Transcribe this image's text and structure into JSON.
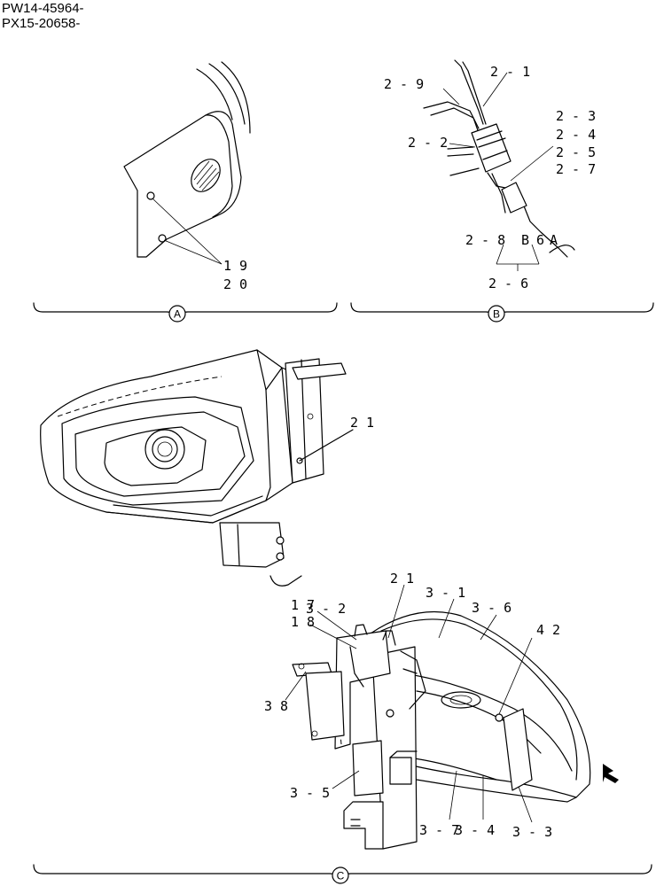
{
  "header": {
    "serial_1": "PW14-45964-",
    "serial_2": "PX15-20658-"
  },
  "views": {
    "a": {
      "marker": "A",
      "callouts": [
        "1 9",
        "2 0"
      ]
    },
    "b": {
      "marker": "B",
      "callouts": [
        "2 - 1",
        "2 - 9",
        "2 - 3",
        "2 - 4",
        "2 - 2",
        "2 - 5",
        "2 - 7",
        "2 - 8",
        "B",
        "6",
        "A",
        "2 - 6"
      ]
    },
    "c": {
      "marker": "C",
      "callouts": [
        "2 1",
        "3 - 1",
        "3 - 6",
        "1 7",
        "3 - 2",
        "1 8",
        "4 2",
        "3 8",
        "3 - 5",
        "3 - 7",
        "3 - 4",
        "3 - 3"
      ]
    },
    "main": {
      "callouts": [
        "2 1"
      ]
    }
  }
}
